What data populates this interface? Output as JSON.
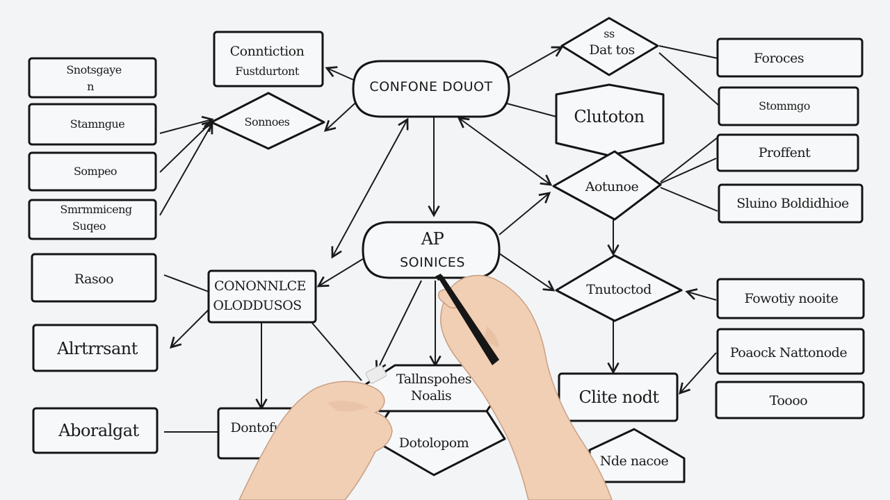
{
  "nodes": {
    "l1": "Snotsgaye",
    "l1b": "n",
    "l2": "Stamngue",
    "l3": "Sompeo",
    "l4": "Smrmmiceng",
    "l4b": "Suqeo",
    "l5": "Rasoo",
    "l6": "Alrtrrsant",
    "l7": "Aboralgat",
    "cond1": "Conntiction",
    "cond2": "Fustdurtont",
    "diamond_left": "Sonnoes",
    "oval_main": "CONFONE DOUOT",
    "oval_app1": "AP",
    "oval_app2": "SOINICES",
    "center1": "CONONNLCE",
    "center2": "OLODDUSOS",
    "bottom_mid": "Dontofut",
    "hex1": "Tallnspohes",
    "hex2": "Noalis",
    "hex_bottom": "Dotolopom",
    "dia_top1": "ss",
    "dia_top2": "Dat tos",
    "hex_right": "Clutoton",
    "dia_right": "Aotunoe",
    "dia_right2": "Tnutoctod",
    "right_box": "Clite nodt",
    "bottom_right": "Nde nacoe",
    "r1": "Foroces",
    "r2": "Stommgo",
    "r3": "Proffent",
    "r4": "Sluino Boldidhioe",
    "r5": "Fowotiy nooite",
    "r6": "Poaock Nattonode",
    "r7": "Toooo"
  },
  "colors": {
    "ink": "#141414",
    "paper": "#f3f4f6"
  }
}
